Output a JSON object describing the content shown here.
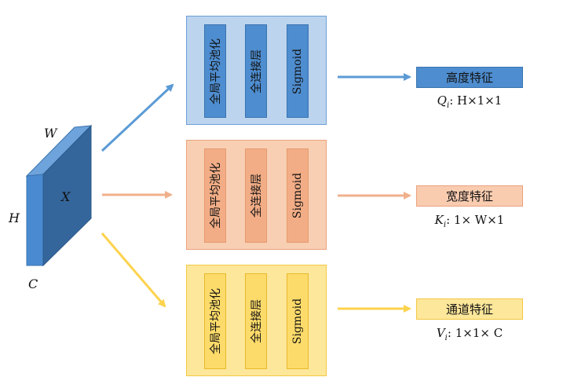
{
  "tensor": {
    "labels": {
      "w": "W",
      "h": "H",
      "c": "C",
      "x": "X"
    },
    "colors": {
      "front": "#4a8ad0",
      "top": "#6fa3dc",
      "side": "#34669c"
    }
  },
  "branches": [
    {
      "id": "height",
      "colors": {
        "box_fill": "#bcd4ee",
        "box_border": "#6d9fd6",
        "bar_fill": "#4e8dcf",
        "bar_border": "#3a74b0",
        "arrow": "#5b9bd5",
        "out_fill": "#4e8dcf",
        "out_border": "#3a74b0"
      },
      "steps": [
        "全局平均池化",
        "全连接层",
        "Sigmoid"
      ],
      "output_label": "高度特征",
      "formula": {
        "var": "Q",
        "sub": "i",
        "sep": ": ",
        "dims": "H×1×1"
      }
    },
    {
      "id": "width",
      "colors": {
        "box_fill": "#f8cfb3",
        "box_border": "#eba27c",
        "bar_fill": "#f2ad86",
        "bar_border": "#e69a70",
        "arrow": "#f0b08c",
        "out_fill": "#f9ccb0",
        "out_border": "#eba27c"
      },
      "steps": [
        "全局平均池化",
        "全连接层",
        "Sigmoid"
      ],
      "output_label": "宽度特征",
      "formula": {
        "var": "K",
        "sub": "i",
        "sep": ": ",
        "dims": "1× W×1"
      }
    },
    {
      "id": "channel",
      "colors": {
        "box_fill": "#fde79a",
        "box_border": "#f3c744",
        "bar_fill": "#fddb6a",
        "bar_border": "#e9b92c",
        "arrow": "#fcd34d",
        "out_fill": "#fde79a",
        "out_border": "#f3c744"
      },
      "steps": [
        "全局平均池化",
        "全连接层",
        "Sigmoid"
      ],
      "output_label": "通道特征",
      "formula": {
        "var": "V",
        "sub": "i",
        "sep": ": ",
        "dims": "1×1× C"
      }
    }
  ]
}
